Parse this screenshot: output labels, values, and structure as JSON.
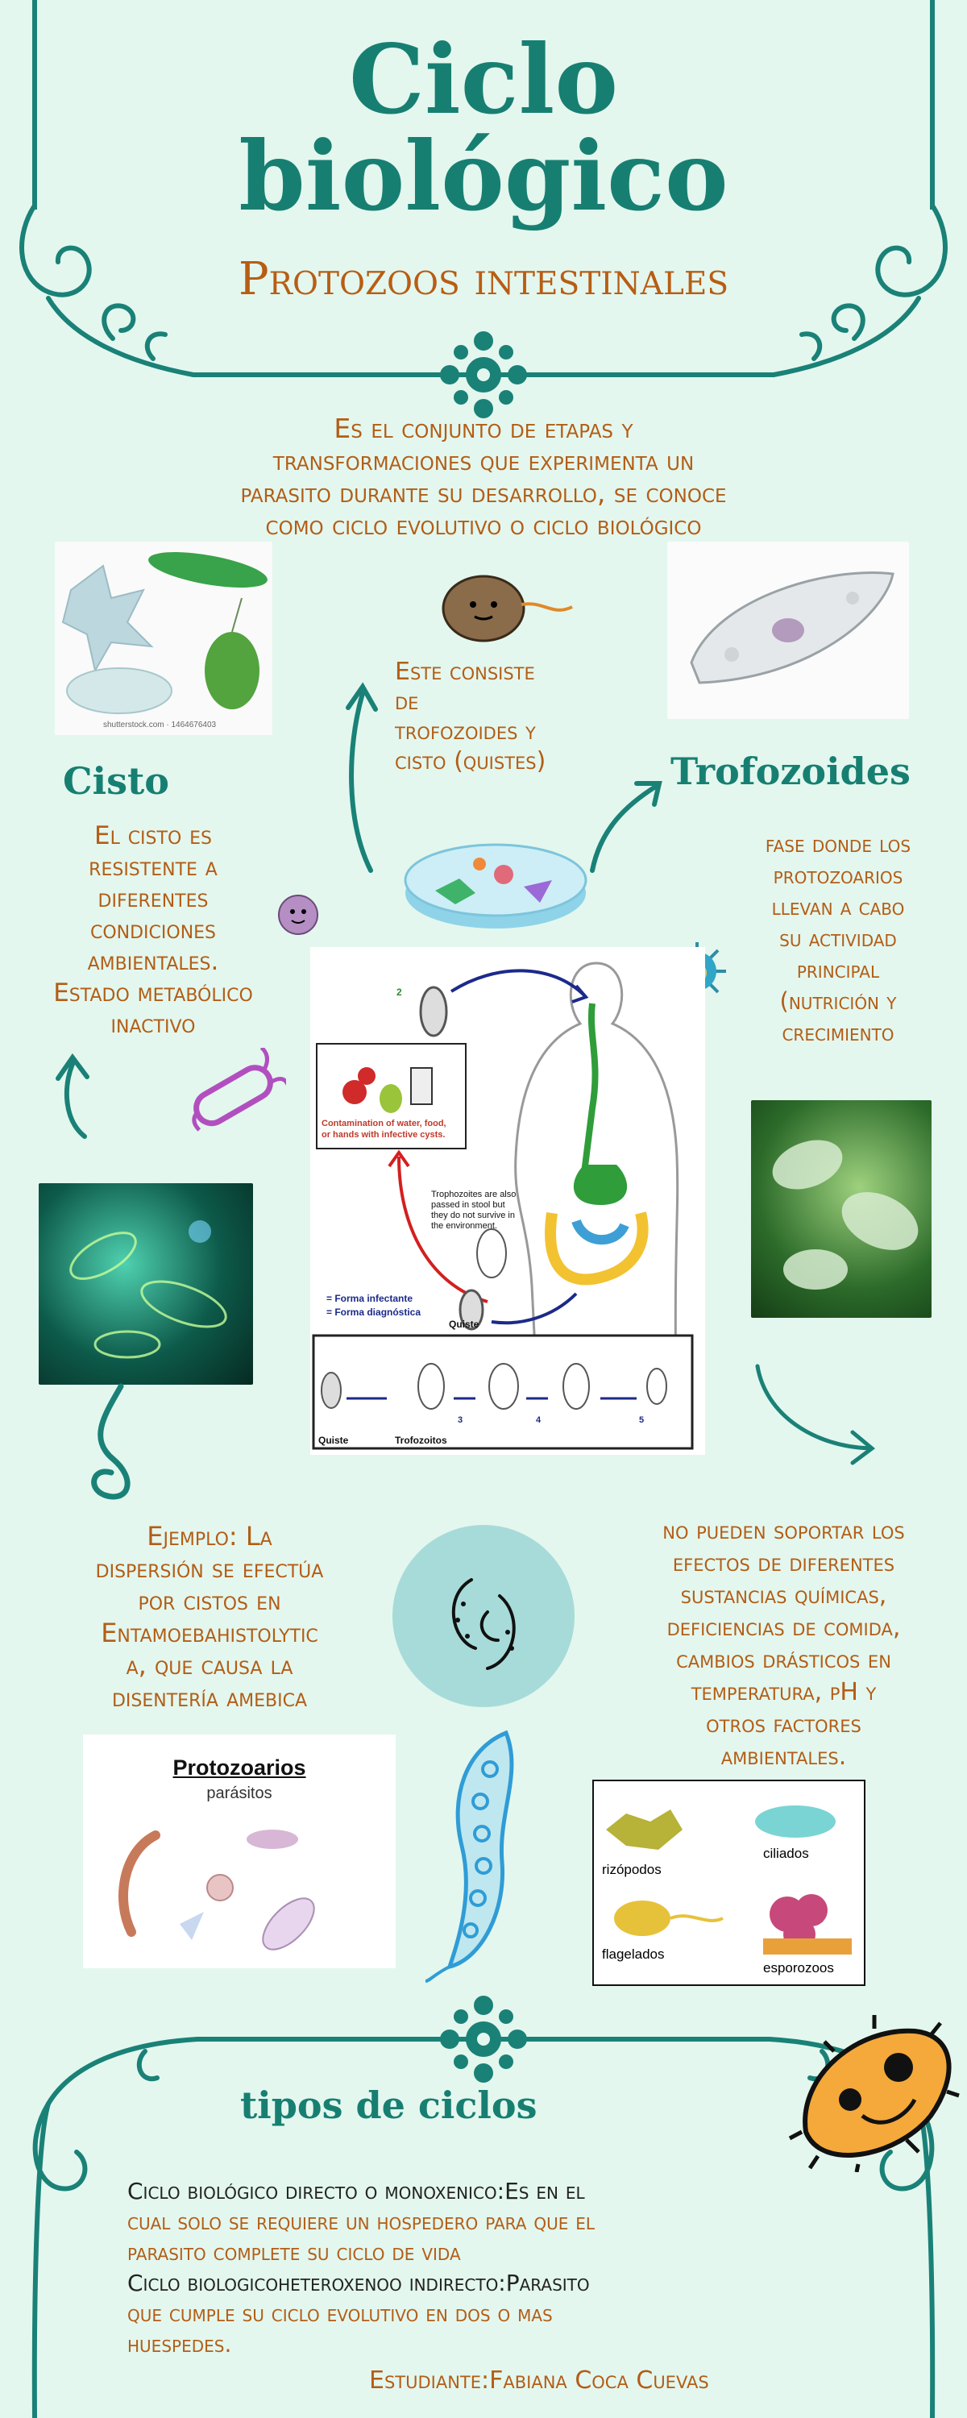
{
  "header": {
    "title_line1": "Ciclo",
    "title_line2": "biológico",
    "subtitle": "Protozoos intestinales"
  },
  "intro": {
    "line1": "Es el conjunto de etapas y",
    "line2": "transformaciones que experimenta un",
    "line3": "parasito durante su desarrollo, se conoce",
    "line4": "como ciclo evolutivo o ciclo biológico"
  },
  "thumb_stock_caption": "shutterstock.com · 1464676403",
  "consiste": {
    "line1": "Este consiste",
    "line2": "de",
    "line3": "trofozoides y",
    "line4": "cisto (quistes)"
  },
  "cisto": {
    "heading": "Cisto",
    "line1": "El cisto es",
    "line2": "resistente a",
    "line3": "diferentes",
    "line4": "condiciones",
    "line5": "ambientales.",
    "line6": "Estado metabólico",
    "line7": "inactivo"
  },
  "trofozoides": {
    "heading": "Trofozoides",
    "line1": "fase donde los",
    "line2": "protozoarios",
    "line3": "llevan a cabo",
    "line4": "su actividad",
    "line5": "principal",
    "line6": "(nutrición y",
    "line7": "crecimiento"
  },
  "diagram": {
    "contamination_line1": "Contamination of water, food,",
    "contamination_line2": "or hands with infective cysts.",
    "stool_line1": "Trophozoites are also",
    "stool_line2": "passed in stool but",
    "stool_line3": "they do not survive in",
    "stool_line4": "the environment.",
    "legend_infectante": "= Forma infectante",
    "legend_diagnostica": "= Forma diagnóstica",
    "quiste_label": "Quiste",
    "bottom_quiste": "Quiste",
    "bottom_trofozoitos": "Trofozoitos",
    "num_2": "2",
    "num_3": "3",
    "num_4": "4",
    "num_5": "5"
  },
  "ejemplo": {
    "line1": "Ejemplo: La",
    "line2": "dispersión se efectúa",
    "line3": "por cistos en",
    "line4": "Entamoebahistolytic",
    "line5": "a, que causa la",
    "line6": "disentería amebica"
  },
  "factores": {
    "line1": "no pueden soportar los",
    "line2": "efectos de diferentes",
    "line3": "sustancias químicas,",
    "line4": "deficiencias de comida,",
    "line5": "cambios drásticos en",
    "line6": "temperatura, pH y",
    "line7": "otros factores",
    "line8": "ambientales."
  },
  "protozoarios_card": {
    "title": "Protozoarios",
    "subtitle": "parásitos"
  },
  "groups": {
    "rizopodos": "rizópodos",
    "ciliados": "ciliados",
    "flagelados": "flagelados",
    "esporozoos": "esporozoos"
  },
  "tipos": {
    "heading": "tipos de ciclos",
    "directo_line1": "Ciclo biológico directo o monoxenico:Es en el",
    "directo_line2": "cual solo se requiere un hospedero para que el",
    "directo_line3": "parasito complete su ciclo de vida",
    "indirecto_line1": "Ciclo biologicoheteroxenoo indirecto:Parasito",
    "indirecto_line2": "que cumple su ciclo evolutivo en dos o mas",
    "indirecto_line3": "huespedes."
  },
  "student": "Estudiante:Fabiana Coca Cuevas",
  "colors": {
    "background": "#e3f7ee",
    "teal": "#177f72",
    "orange": "#b35d16"
  }
}
